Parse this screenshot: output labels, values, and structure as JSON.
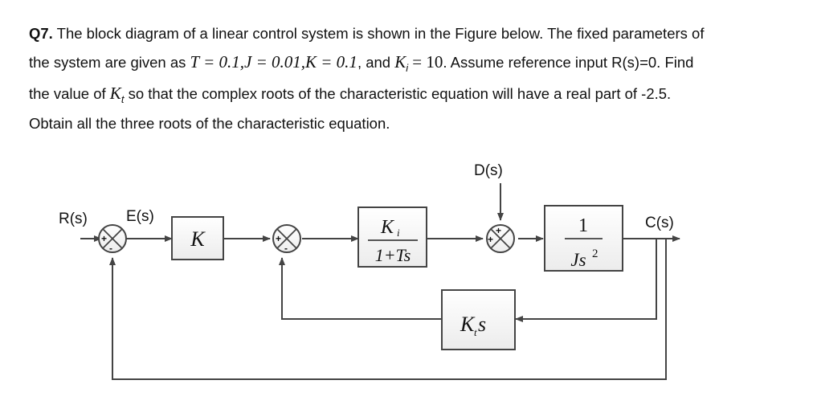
{
  "question": {
    "number": "Q7.",
    "line1": "The block diagram of a linear control system is shown in the Figure below. The fixed parameters of",
    "line2_prefix": "the system are given as",
    "params": {
      "T": "T = 0.1,",
      "J": "J = 0.01,",
      "K": "K = 0.1",
      "and": ", and",
      "Ki_sym": "K",
      "Ki_sub": "i",
      "Ki_val": "= 10",
      "line2_suffix": ". Assume reference input R(s)=0. Find"
    },
    "line3_prefix": "the value of",
    "Kt_sym": "K",
    "Kt_sub": "t",
    "line3_suffix": "so that the complex roots of the characteristic equation will have a real part of -2.5.",
    "line4": "Obtain all the three roots of the characteristic equation."
  },
  "diagram": {
    "signals": {
      "R": "R(s)",
      "E": "E(s)",
      "D": "D(s)",
      "C": "C(s)"
    },
    "blocks": {
      "K": "K",
      "Ki_num": "K",
      "Ki_num_sub": "i",
      "Ki_den": "1+Ts",
      "plant_num": "1",
      "plant_den": "Js",
      "plant_den_exp": "2",
      "Kt": "K",
      "Kt_sub": "t",
      "Kt_s": "s"
    },
    "summers": {
      "s1": {
        "in_sign": "+",
        "fb_sign": "-"
      },
      "s2": {
        "in_sign": "+",
        "fb_sign": "-"
      },
      "s3": {
        "in_sign": "+",
        "top_sign": "+"
      }
    },
    "colors": {
      "line": "#444444",
      "block_fill": "#f2f2f2",
      "text": "#111111"
    }
  }
}
